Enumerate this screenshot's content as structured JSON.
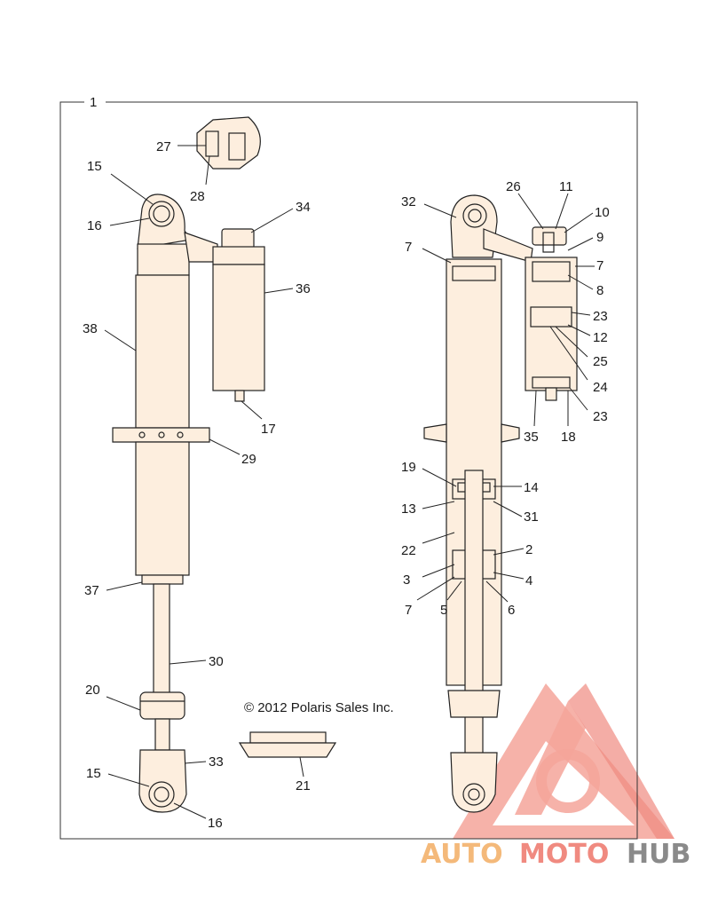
{
  "copyright": "© 2012 Polaris Sales Inc.",
  "watermark": {
    "part1": "AUTO",
    "part2": "MOTO",
    "part3": "HUB",
    "color_accent": "#f4b97a",
    "color_red": "#f08a80",
    "color_gray": "#8a8a8a"
  },
  "callouts": {
    "c1": "1",
    "c27": "27",
    "c28": "28",
    "c15a": "15",
    "c16a": "16",
    "c34": "34",
    "c36": "36",
    "c38": "38",
    "c17": "17",
    "c29": "29",
    "c37": "37",
    "c30": "30",
    "c20": "20",
    "c15b": "15",
    "c33": "33",
    "c16b": "16",
    "c21": "21",
    "c32": "32",
    "c26": "26",
    "c11": "11",
    "c10": "10",
    "c7a": "7",
    "c9": "9",
    "c7b": "7",
    "c8": "8",
    "c23a": "23",
    "c12": "12",
    "c25": "25",
    "c24": "24",
    "c23b": "23",
    "c35": "35",
    "c18": "18",
    "c19": "19",
    "c14": "14",
    "c13": "13",
    "c31": "31",
    "c22": "22",
    "c2": "2",
    "c3": "3",
    "c4": "4",
    "c7c": "7",
    "c5": "5",
    "c6": "6"
  }
}
